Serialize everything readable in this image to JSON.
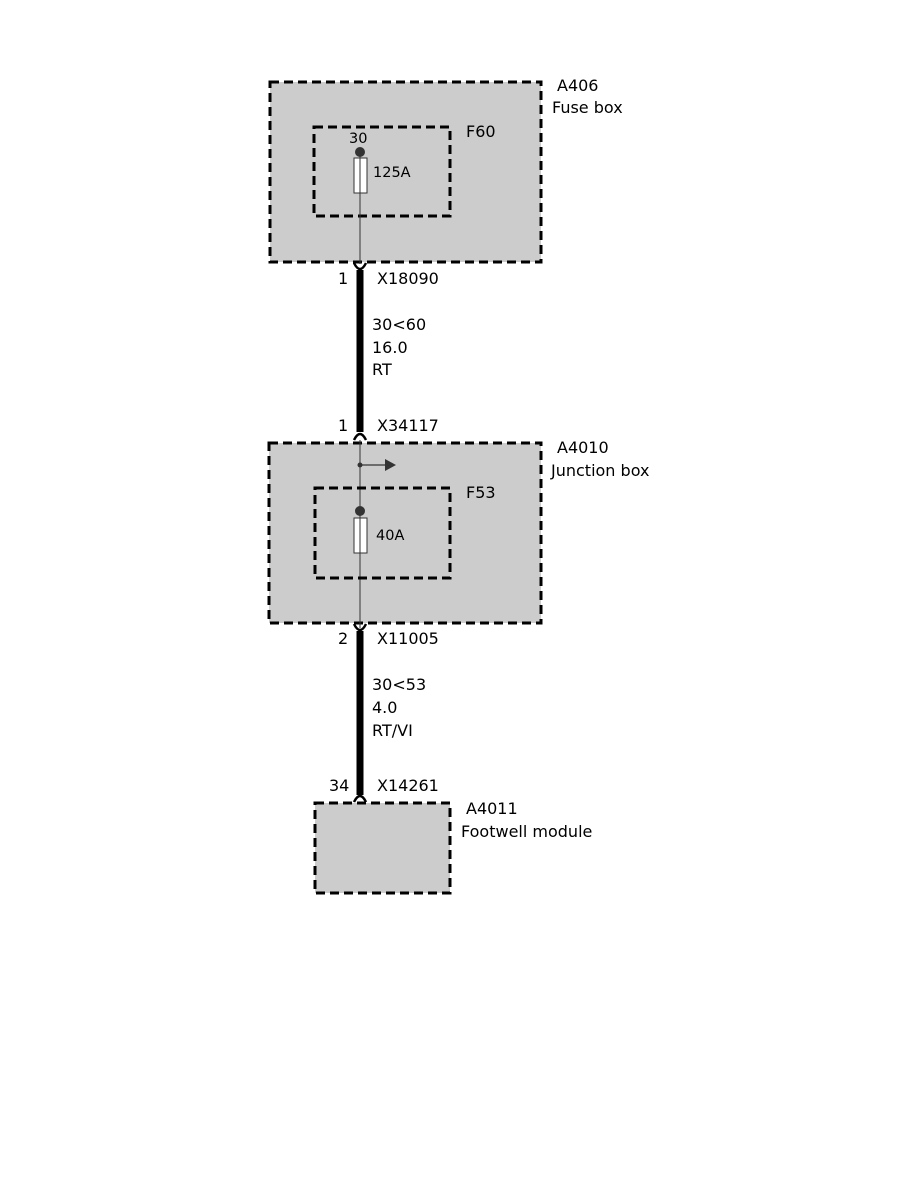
{
  "diagram": {
    "components": {
      "fuse_box": {
        "id": "A406",
        "name": "Fuse box"
      },
      "junction_box": {
        "id": "A4010",
        "name": "Junction box"
      },
      "footwell_module": {
        "id": "A4011",
        "name": "Footwell module"
      }
    },
    "fuses": {
      "f60": {
        "id": "F60",
        "terminal": "30",
        "rating": "125A"
      },
      "f53": {
        "id": "F53",
        "rating": "40A"
      }
    },
    "connectors": {
      "x18090": {
        "pin": "1",
        "id": "X18090"
      },
      "x34117": {
        "pin": "1",
        "id": "X34117"
      },
      "x11005": {
        "pin": "2",
        "id": "X11005"
      },
      "x14261": {
        "pin": "34",
        "id": "X14261"
      }
    },
    "wires": {
      "w1": {
        "signal": "30<60",
        "gauge": "16.0",
        "color": "RT"
      },
      "w2": {
        "signal": "30<53",
        "gauge": "4.0",
        "color": "RT/VI"
      }
    }
  }
}
